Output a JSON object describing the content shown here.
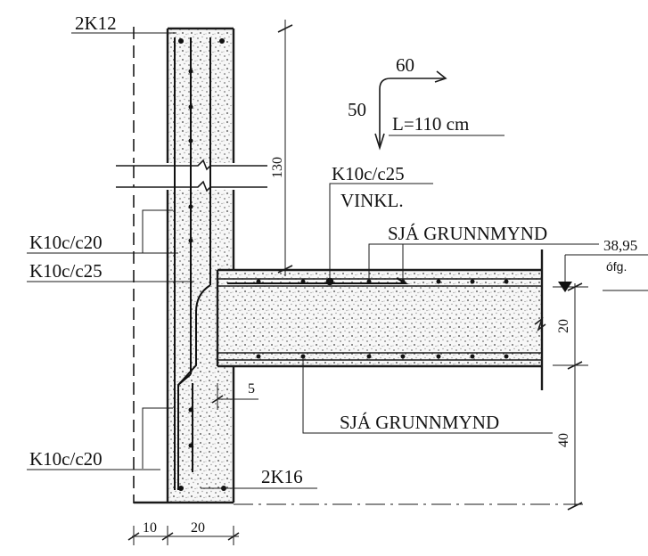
{
  "labels": {
    "top_left_bar": "2K12",
    "bottom_bar": "2K16",
    "wall_stirrup_upper": "K10c/c20",
    "wall_connection": "K10c/c25",
    "wall_stirrup_lower": "K10c/c20",
    "slab_angle_bar": "K10c/c25",
    "slab_angle_note": "VINKL.",
    "see_plan_top": "SJÁ GRUNNMYND",
    "see_plan_bottom": "SJÁ GRUNNMYND",
    "level_value": "38,95",
    "level_abbrev": "ófg."
  },
  "bend_schedule": {
    "horizontal_leg": "60",
    "vertical_leg": "50",
    "length": "L=110 cm"
  },
  "dimensions": {
    "anchorage": "130",
    "slab_thickness": "20",
    "below_slab": "40",
    "cover": "5",
    "insulation": "10",
    "wall_thickness": "20"
  }
}
